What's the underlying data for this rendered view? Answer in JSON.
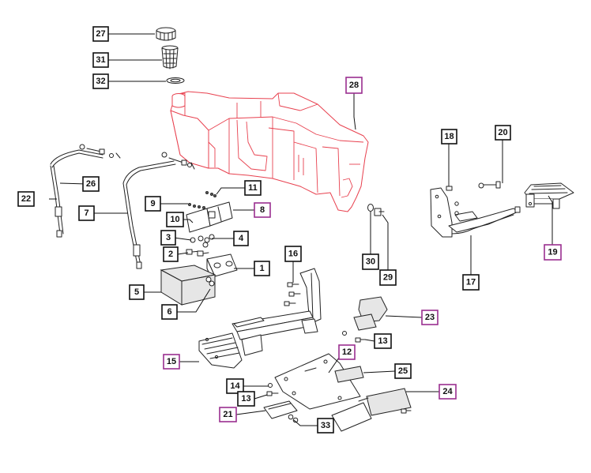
{
  "diagram": {
    "accent_colors": {
      "tank_outline": "#e8414f",
      "reference_box": "#9a2f8f",
      "standard_box": "#111111"
    },
    "callouts": [
      {
        "label": "27",
        "ref": false
      },
      {
        "label": "31",
        "ref": false
      },
      {
        "label": "32",
        "ref": false
      },
      {
        "label": "28",
        "ref": true
      },
      {
        "label": "18",
        "ref": false
      },
      {
        "label": "20",
        "ref": false
      },
      {
        "label": "26",
        "ref": false
      },
      {
        "label": "22",
        "ref": false
      },
      {
        "label": "11",
        "ref": false
      },
      {
        "label": "9",
        "ref": false
      },
      {
        "label": "7",
        "ref": false
      },
      {
        "label": "8",
        "ref": true
      },
      {
        "label": "10",
        "ref": false
      },
      {
        "label": "3",
        "ref": false
      },
      {
        "label": "4",
        "ref": false
      },
      {
        "label": "2",
        "ref": false
      },
      {
        "label": "19",
        "ref": true
      },
      {
        "label": "16",
        "ref": false
      },
      {
        "label": "1",
        "ref": false
      },
      {
        "label": "30",
        "ref": false
      },
      {
        "label": "29",
        "ref": false
      },
      {
        "label": "17",
        "ref": false
      },
      {
        "label": "5",
        "ref": false
      },
      {
        "label": "6",
        "ref": false
      },
      {
        "label": "23",
        "ref": true
      },
      {
        "label": "13",
        "ref": false
      },
      {
        "label": "12",
        "ref": true
      },
      {
        "label": "15",
        "ref": true
      },
      {
        "label": "25",
        "ref": false
      },
      {
        "label": "14",
        "ref": false
      },
      {
        "label": "13",
        "ref": false
      },
      {
        "label": "24",
        "ref": true
      },
      {
        "label": "21",
        "ref": true
      },
      {
        "label": "33",
        "ref": false
      }
    ]
  }
}
